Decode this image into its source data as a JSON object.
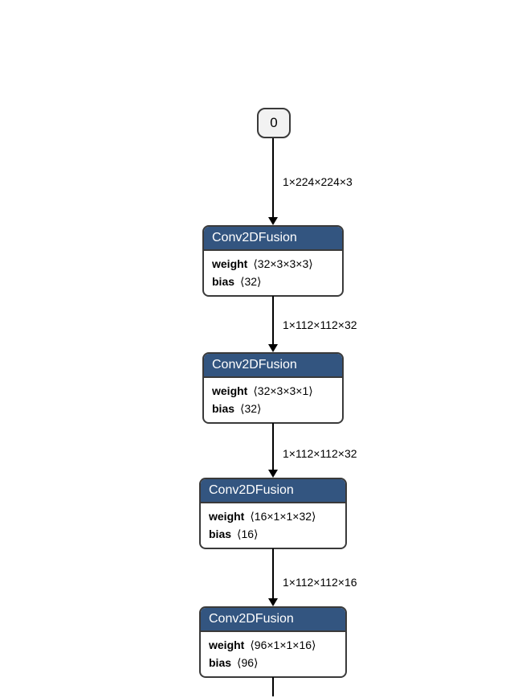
{
  "graph": {
    "input_node": {
      "label": "0"
    },
    "nodes": [
      {
        "title": "Conv2DFusion",
        "attrs": [
          {
            "name": "weight",
            "value": "⟨32×3×3×3⟩"
          },
          {
            "name": "bias",
            "value": "⟨32⟩"
          }
        ]
      },
      {
        "title": "Conv2DFusion",
        "attrs": [
          {
            "name": "weight",
            "value": "⟨32×3×3×1⟩"
          },
          {
            "name": "bias",
            "value": "⟨32⟩"
          }
        ]
      },
      {
        "title": "Conv2DFusion",
        "attrs": [
          {
            "name": "weight",
            "value": "⟨16×1×1×32⟩"
          },
          {
            "name": "bias",
            "value": "⟨16⟩"
          }
        ]
      },
      {
        "title": "Conv2DFusion",
        "attrs": [
          {
            "name": "weight",
            "value": "⟨96×1×1×16⟩"
          },
          {
            "name": "bias",
            "value": "⟨96⟩"
          }
        ]
      }
    ],
    "edges": [
      {
        "label": "1×224×224×3"
      },
      {
        "label": "1×112×112×32"
      },
      {
        "label": "1×112×112×32"
      },
      {
        "label": "1×112×112×16"
      }
    ],
    "icons": {
      "arrowhead": "css-triangle-down"
    },
    "colors": {
      "node_header": "#335580",
      "node_border": "#3a3a3a",
      "node_body": "#ffffff",
      "input_fill": "#f2f2f2",
      "edge": "#000000",
      "canvas": "#ffffff"
    }
  }
}
